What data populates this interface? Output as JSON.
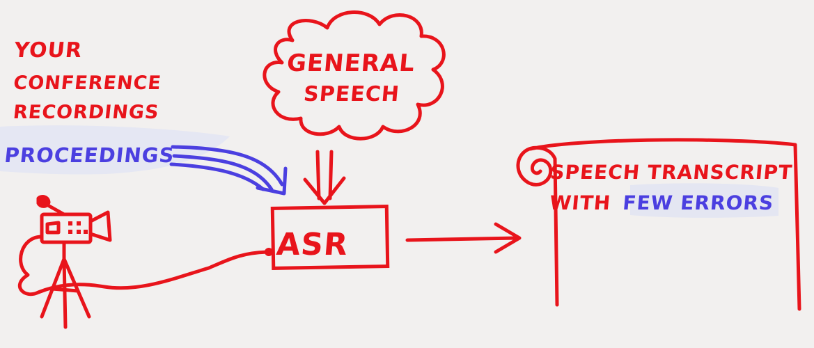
{
  "colors": {
    "ink_red": "#e8141b",
    "ink_blue": "#4b3fe0",
    "paper": "#f2f0ef",
    "highlight": "#e4e6f2"
  },
  "labels": {
    "your_recordings": [
      "YOUR",
      "CONFERENCE",
      "RECORDINGS"
    ],
    "proceedings": "PROCEEDINGS",
    "general_speech": [
      "GENERAL",
      "SPEECH"
    ],
    "asr": "ASR",
    "transcript_line1": "SPEECH TRANSCRIPT",
    "transcript_line2_red": "WITH",
    "transcript_line2_blue": "FEW ERRORS"
  },
  "icons": {
    "camera": "video-camera-on-tripod-icon",
    "cloud": "cloud-shape",
    "scroll": "paper-scroll-icon"
  }
}
